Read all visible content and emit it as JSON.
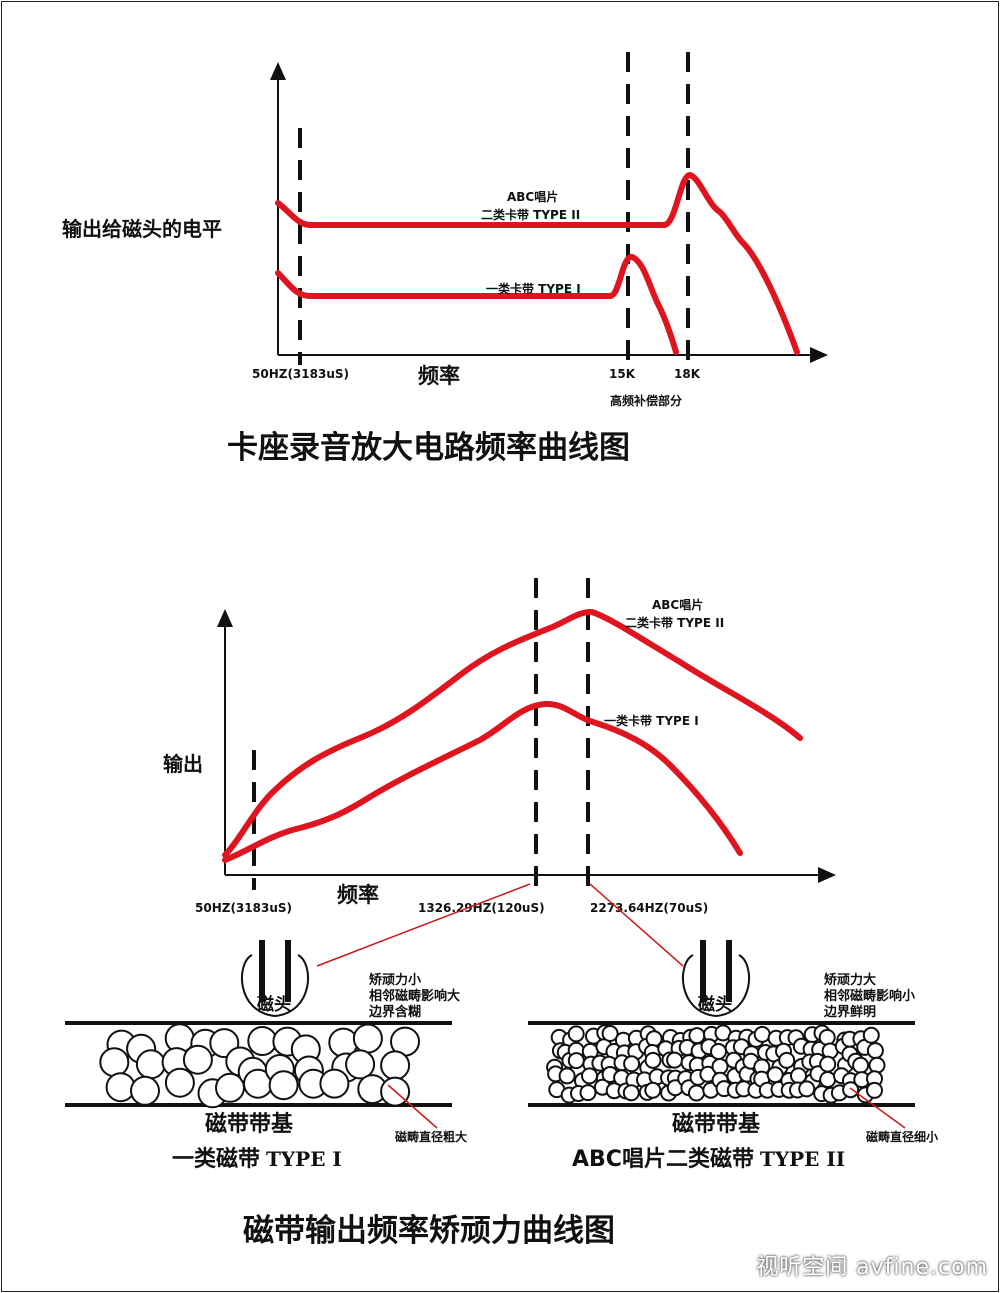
{
  "top_chart": {
    "title": "卡座录音放大电路频率曲线图",
    "ylabel": "输出给磁头的电平",
    "xlabel": "频率",
    "x_tick_left": "50HZ(3183uS)",
    "x_tick_15k": "15K",
    "x_tick_18k": "18K",
    "hf_note": "高频补偿部分",
    "curve2_label_line1": "ABC唱片",
    "curve2_label_line2": "二类卡带 TYPE II",
    "curve1_label": "一类卡带 TYPE I"
  },
  "bottom_chart": {
    "title": "磁带输出频率矫顽力曲线图",
    "ylabel": "输出",
    "xlabel": "频率",
    "x_tick_left": "50HZ(3183uS)",
    "x_tick_mid": "1326.29HZ(120uS)",
    "x_tick_right": "2273.64HZ(70uS)",
    "curve2_label_line1": "ABC唱片",
    "curve2_label_line2": "二类卡带 TYPE II",
    "curve1_label": "一类卡带 TYPE I"
  },
  "tape_left": {
    "head_label": "磁头",
    "note_line1": "矫顽力小",
    "note_line2": "相邻磁畴影响大",
    "note_line3": "边界含糊",
    "base_label": "磁带带基",
    "particle_note": "磁畴直径粗大",
    "type_prefix": "一类磁带",
    "type_suffix": "TYPE I"
  },
  "tape_right": {
    "head_label": "磁头",
    "note_line1": "矫顽力大",
    "note_line2": "相邻磁畴影响小",
    "note_line3": "边界鲜明",
    "base_label": "磁带带基",
    "particle_note": "磁畴直径细小",
    "type_prefix": "ABC唱片二类磁带",
    "type_suffix": "TYPE II"
  },
  "watermark": "视听空间 avfine.com",
  "colors": {
    "curve": "#e0141e",
    "ink": "#111111",
    "link_line": "#cc1a1a"
  }
}
